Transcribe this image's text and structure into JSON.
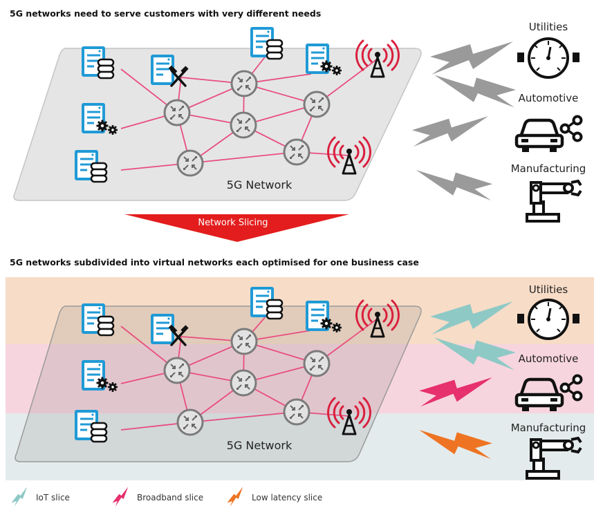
{
  "top": {
    "title": "5G networks need to serve customers with very different needs",
    "network_label": "5G Network"
  },
  "arrow_label": "Network Slicing",
  "bottom": {
    "title": "5G networks subdivided into virtual networks each optimised for one business case",
    "network_label": "5G Network"
  },
  "industries": {
    "utilities": "Utilities",
    "automotive": "Automotive",
    "manufacturing": "Manufacturing"
  },
  "legend": {
    "iot": "IoT slice",
    "broadband": "Broadband slice",
    "low_latency": "Low latency slice"
  },
  "colors": {
    "iot": "#8ec9c6",
    "broadband": "#e6316e",
    "low_latency": "#ee7423",
    "gray_bolt": "#9a9a9a",
    "link": "#e84d7f",
    "server_blue": "#1f9ad6",
    "band_orange": "#f7dcc7",
    "band_pink": "#f7d5df",
    "band_gray": "#e4ebec",
    "red_arrow": "#e31d1d"
  }
}
